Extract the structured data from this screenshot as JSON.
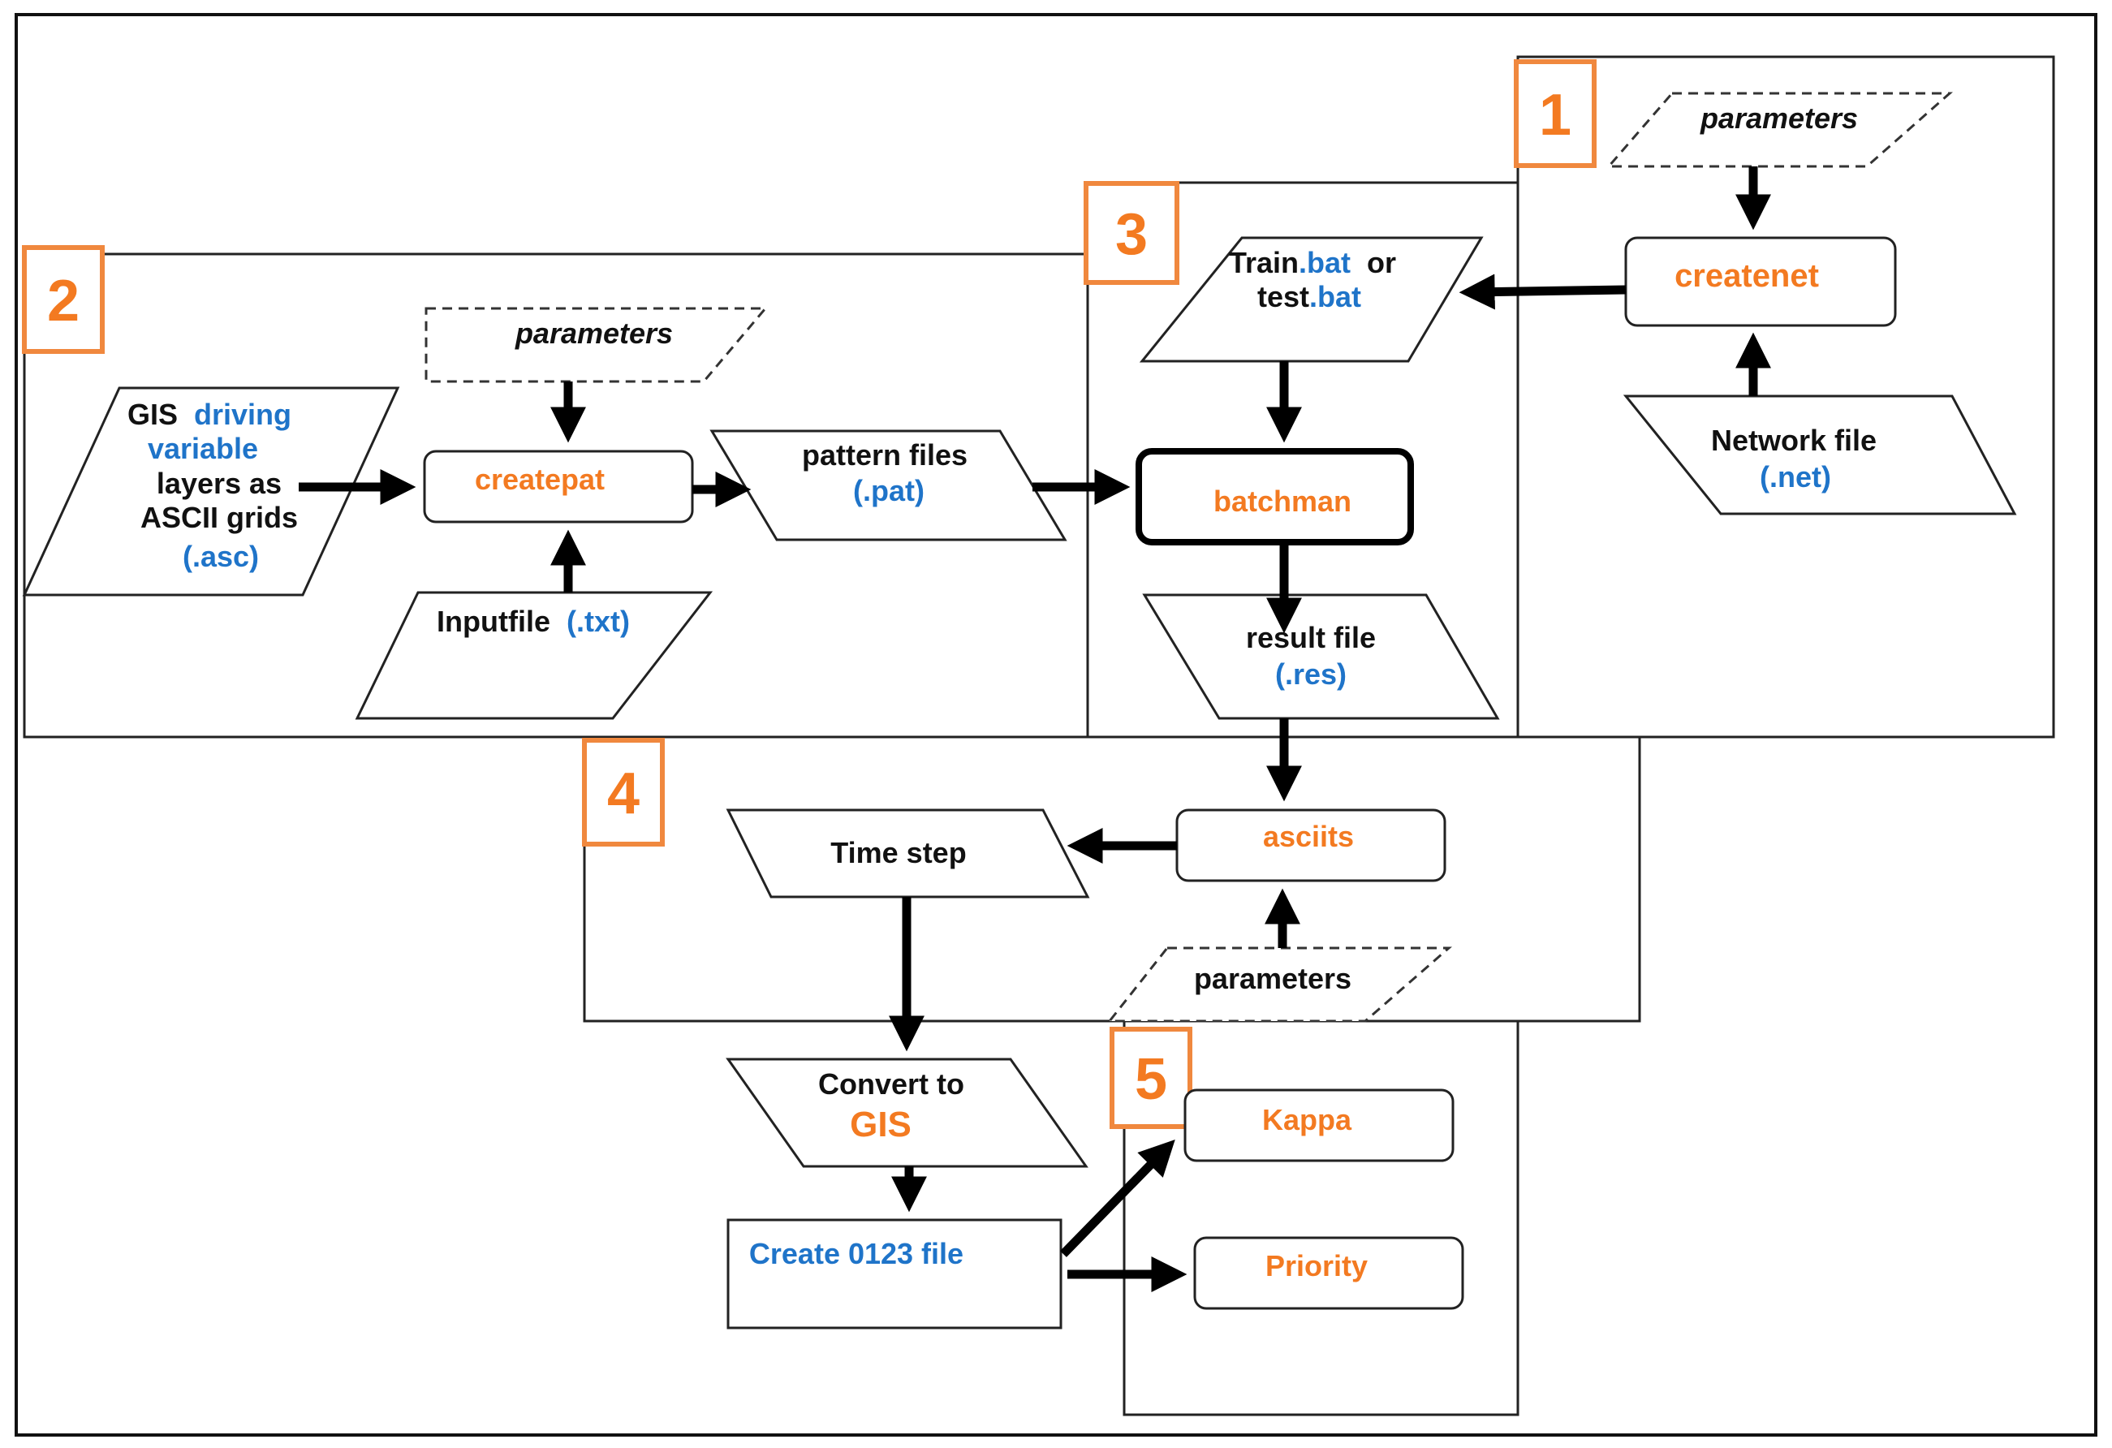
{
  "panels": {
    "p1": "1",
    "p2": "2",
    "p3": "3",
    "p4": "4",
    "p5": "5"
  },
  "panel1": {
    "params": "parameters",
    "createnet": "createnet",
    "network_file": "Network file",
    "network_ext": "(.net)"
  },
  "panel2": {
    "params": "parameters",
    "gis_pre": "GIS",
    "gis_driving": "driving",
    "gis_variable": "variable",
    "gis_layers": "layers as",
    "gis_ascii": "ASCII grids",
    "gis_ext": "(.asc)",
    "createpat": "createpat",
    "inputfile": "Inputfile",
    "inputfile_ext": "(.txt)",
    "pattern": "pattern files",
    "pattern_ext": "(.pat)"
  },
  "panel3": {
    "train_pre": "Train",
    "train_bat": ".bat",
    "train_or": "or",
    "test_pre": "test",
    "test_bat": ".bat",
    "batchman": "batchman",
    "result": "result file",
    "result_ext": "(.res)"
  },
  "panel4": {
    "asciits": "asciits",
    "timestep": "Time step",
    "params": "parameters"
  },
  "panel5": {
    "convert": "Convert to",
    "gis": "GIS",
    "create0123": "Create 0123 file",
    "kappa": "Kappa",
    "priority": "Priority"
  },
  "colors": {
    "orange": "#f37a21",
    "blue": "#1f74c9",
    "black": "#111111"
  }
}
